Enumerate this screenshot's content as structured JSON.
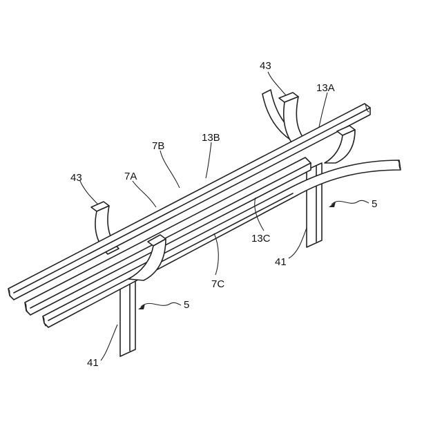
{
  "labels": {
    "bracket_top_right": "43",
    "bracket_left": "43",
    "rail_13A": "13A",
    "rail_13B": "13B",
    "rail_13C": "13C",
    "wire_7A": "7A",
    "wire_7B": "7B",
    "wire_7C": "7C",
    "support_right": "5",
    "support_left": "5",
    "post_right": "41",
    "post_left": "41"
  }
}
